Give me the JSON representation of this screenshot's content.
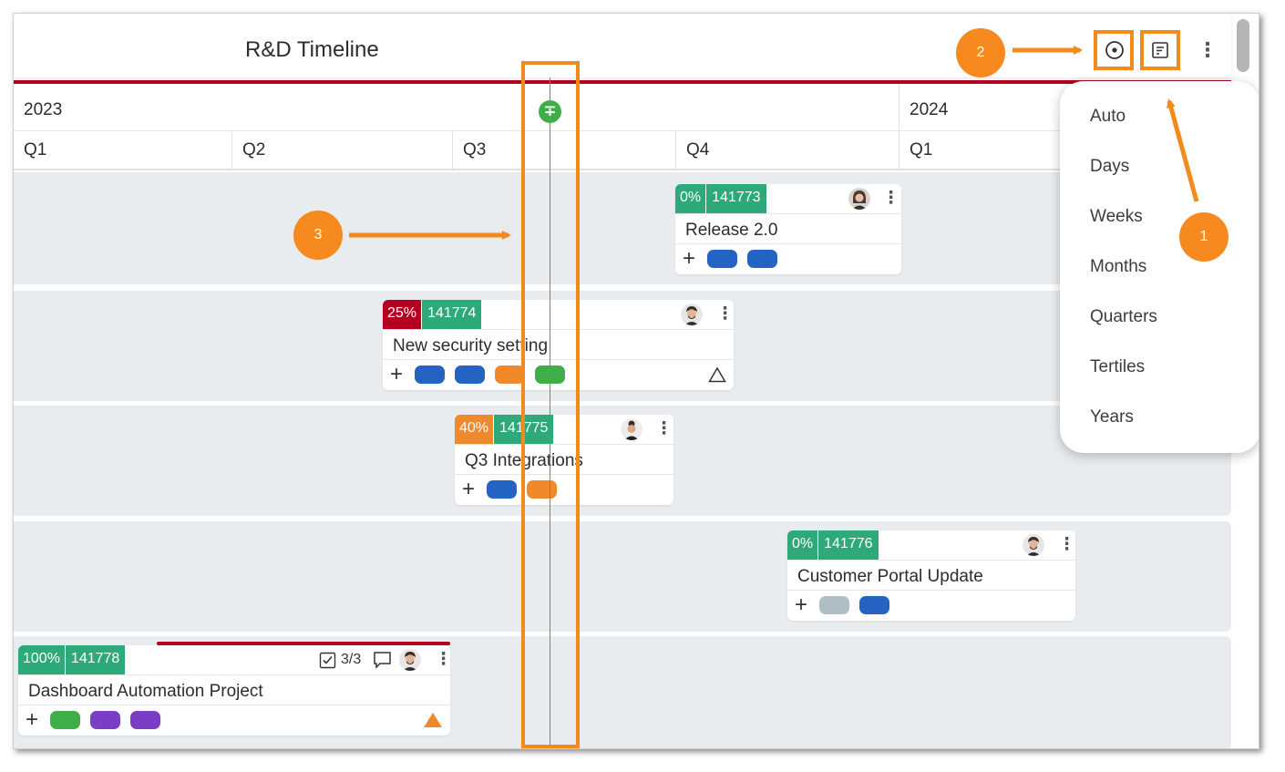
{
  "header": {
    "title": "R&D Timeline",
    "today_icon": "target-icon",
    "scale_icon": "scale-icon",
    "more_icon": "more-vertical-icon",
    "more_label": "⋮"
  },
  "scale": {
    "years": [
      "2023",
      "2024"
    ],
    "quarters": [
      "Q1",
      "Q2",
      "Q3",
      "Q4",
      "Q1"
    ],
    "today_marker": "∓"
  },
  "menu": {
    "items": [
      "Auto",
      "Days",
      "Weeks",
      "Months",
      "Quarters",
      "Tertiles",
      "Years"
    ]
  },
  "cards": [
    {
      "pct": "0%",
      "pct_color": "#2eaa7a",
      "id": "141773",
      "title": "Release 2.0",
      "plus": "+",
      "kebab": "⋮",
      "pills": [
        "#2563c3",
        "#2563c3"
      ]
    },
    {
      "pct": "25%",
      "pct_color": "#b4001e",
      "id": "141774",
      "title": "New security setting",
      "plus": "+",
      "kebab": "⋮",
      "pills": [
        "#2563c3",
        "#2563c3",
        "#f0892b",
        "#3fae49"
      ],
      "warning_icon": "warning-outline-icon"
    },
    {
      "pct": "40%",
      "pct_color": "#f0892b",
      "id": "141775",
      "title": "Q3 Integrations",
      "plus": "+",
      "kebab": "⋮",
      "pills": [
        "#2563c3",
        "#f0892b"
      ]
    },
    {
      "pct": "0%",
      "pct_color": "#2eaa7a",
      "id": "141776",
      "title": "Customer Portal Update",
      "plus": "+",
      "kebab": "⋮",
      "pills": [
        "#b0bec5",
        "#2563c3"
      ]
    },
    {
      "pct": "100%",
      "pct_color": "#2eaa7a",
      "id": "141778",
      "title": "Dashboard Automation Project",
      "plus": "+",
      "kebab": "⋮",
      "pills": [
        "#3fae49",
        "#7b3cc6",
        "#7b3cc6"
      ],
      "checklist": "3/3",
      "warning_icon": "warning-filled-icon"
    }
  ],
  "callouts": [
    "1",
    "2",
    "3"
  ],
  "colors": {
    "accent_orange": "#f68a1e",
    "today_green": "#3fae49",
    "brand_red": "#b4001e",
    "id_green": "#2eaa7a"
  }
}
